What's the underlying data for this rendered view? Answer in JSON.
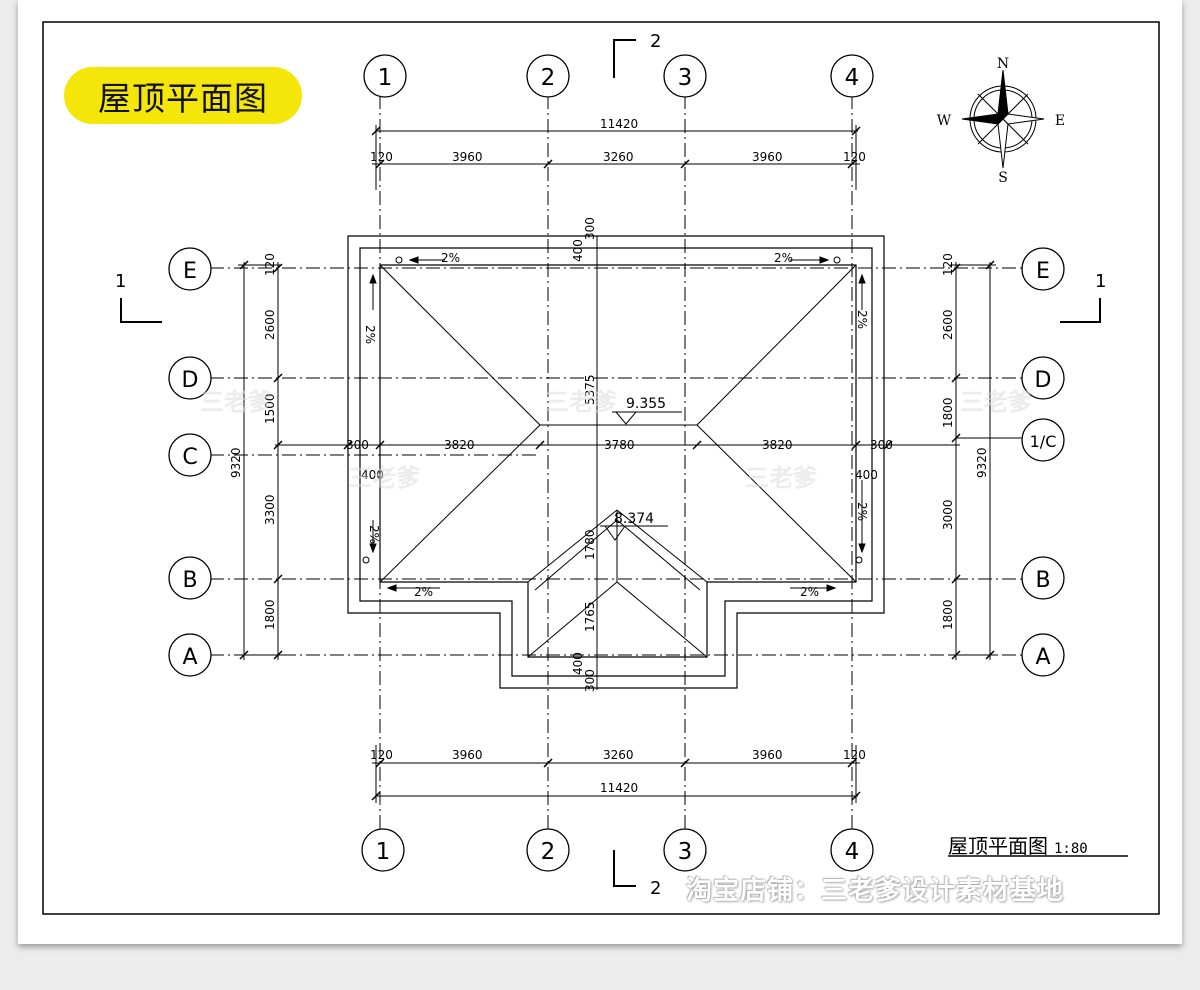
{
  "title": "屋顶平面图",
  "scale_title": "屋顶平面图",
  "scale": "1:80",
  "watermark": "淘宝店铺：三老爹设计素材基地",
  "faint_mark": "三老爹",
  "compass": {
    "n": "N",
    "s": "S",
    "e": "E",
    "w": "W"
  },
  "section_marks": {
    "top": "2",
    "bottom": "2",
    "left": "1",
    "right": "1"
  },
  "grid_top": [
    "1",
    "2",
    "3",
    "4"
  ],
  "grid_bottom": [
    "1",
    "2",
    "3",
    "4"
  ],
  "grid_left": [
    "E",
    "D",
    "C",
    "B",
    "A"
  ],
  "grid_right": [
    "E",
    "D",
    "1/C",
    "B",
    "A"
  ],
  "dims_top_total": "11420",
  "dims_top": [
    "120",
    "3960",
    "3260",
    "3960",
    "120"
  ],
  "dims_bottom": [
    "120",
    "3960",
    "3260",
    "3960",
    "120"
  ],
  "dims_bottom_total": "11420",
  "dims_left": [
    "120",
    "2600",
    "1500",
    "3300",
    "1800"
  ],
  "dims_left_total": "9320",
  "dims_right": [
    "120",
    "2600",
    "1800",
    "3000",
    "1800"
  ],
  "dims_right_total": "9320",
  "dims_c_row": [
    "300",
    "3820",
    "3780",
    "3820",
    "300"
  ],
  "dims_center_v": [
    "300",
    "400",
    "5375",
    "1780",
    "1765",
    "400",
    "300"
  ],
  "small_dims": [
    "400",
    "400"
  ],
  "elevations": [
    "9.355",
    "8.374"
  ],
  "slopes": [
    "2%",
    "2%",
    "2%",
    "2%",
    "2%",
    "2%",
    "2%",
    "2%"
  ]
}
